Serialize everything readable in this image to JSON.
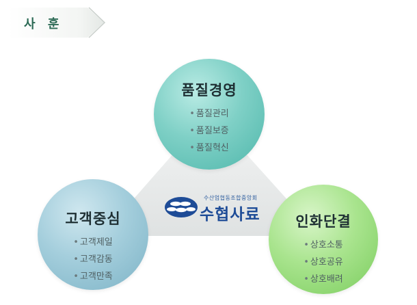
{
  "header": {
    "title": "사 훈"
  },
  "logo": {
    "subtitle": "수산업협동조합중앙회",
    "name": "수협사료"
  },
  "values": [
    {
      "title": "품질경영",
      "items": [
        "품질관리",
        "품질보증",
        "품질혁신"
      ],
      "color": "#7fd0c6"
    },
    {
      "title": "고객중심",
      "items": [
        "고객제일",
        "고객감동",
        "고객만족"
      ],
      "color": "#a4cedc"
    },
    {
      "title": "인화단결",
      "items": [
        "상호소통",
        "상호공유",
        "상호배려"
      ],
      "color": "#a9e48e"
    }
  ],
  "colors": {
    "header_text": "#2c6a55",
    "logo_blue": "#1e4c97",
    "triangle": "#e8eaea"
  }
}
